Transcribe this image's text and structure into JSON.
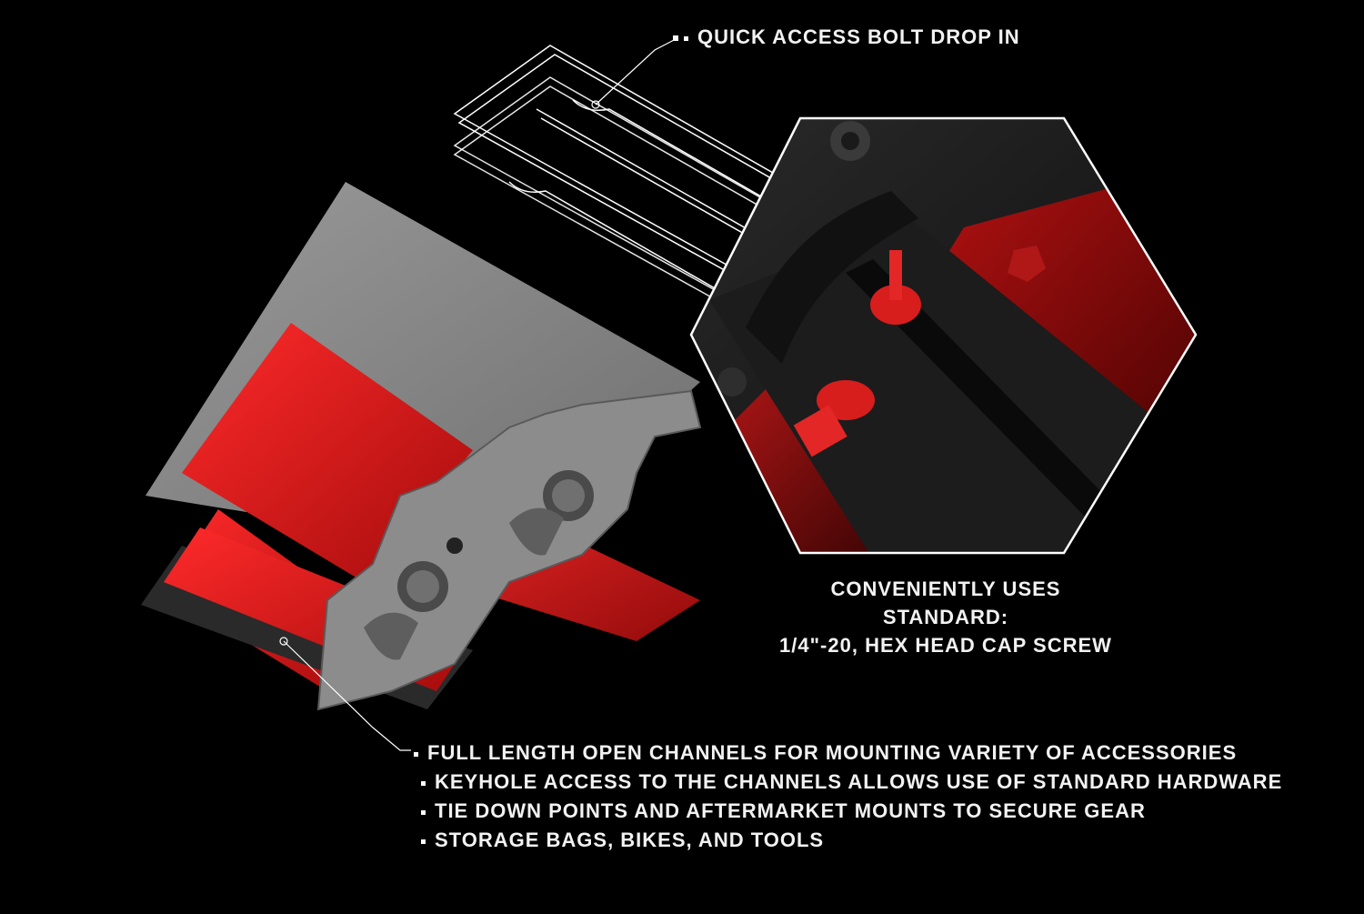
{
  "callouts": {
    "top": "QUICK ACCESS BOLT DROP IN"
  },
  "spec": {
    "line1": "CONVENIENTLY USES STANDARD:",
    "line2": "1/4\"-20, HEX HEAD CAP SCREW"
  },
  "features": [
    "FULL LENGTH OPEN CHANNELS FOR MOUNTING VARIETY OF ACCESSORIES",
    "KEYHOLE ACCESS TO THE CHANNELS ALLOWS USE OF STANDARD HARDWARE",
    "TIE DOWN POINTS AND AFTERMARKET MOUNTS TO SECURE GEAR",
    "STORAGE BAGS, BIKES, AND TOOLS"
  ],
  "colors": {
    "background": "#000000",
    "accent_red": "#e01b1b",
    "extrusion_gray": "#8a8a8a",
    "text": "#f2f2f2"
  }
}
